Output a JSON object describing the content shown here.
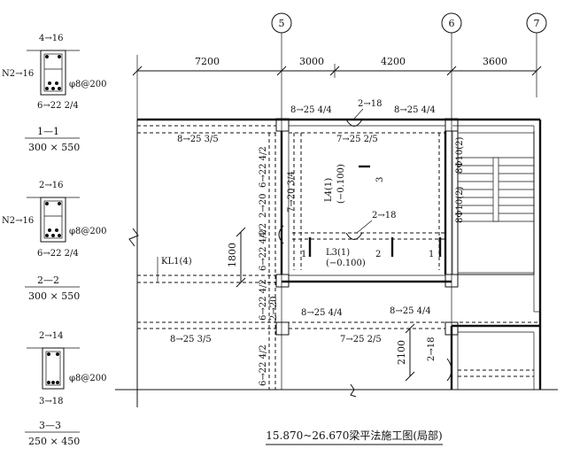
{
  "axes": {
    "a5": "5",
    "a6": "6",
    "a7": "7"
  },
  "dimensions": {
    "d1": "7200",
    "d2": "3000",
    "d3": "4200",
    "d4": "3600",
    "v1": "1800",
    "v2": "2100"
  },
  "sections": {
    "s1": {
      "top": "4→16",
      "side": "N2→16",
      "stirrup": "φ8@200",
      "bottom": "6→22  2/4",
      "name": "1—1",
      "size": "300 × 550"
    },
    "s2": {
      "top": "2→16",
      "side": "N2→16",
      "stirrup": "φ8@200",
      "bottom": "6→22  2/4",
      "name": "2—2",
      "size": "300 × 550"
    },
    "s3": {
      "top": "2→14",
      "stirrup": "φ8@200",
      "bottom": "3→18",
      "name": "3—3",
      "size": "250 × 450"
    }
  },
  "annotations": {
    "a1": "8→25  4/4",
    "a2": "2→18",
    "a3": "8→25  4/4",
    "a4": "8→25  3/5",
    "a5": "7→25  2/5",
    "a6": "6→22  4/2",
    "a7": "7→20  3/4",
    "a8": "8Φ10(2)",
    "a9": "8Φ10(2)",
    "a10": "L4(1)",
    "a11": "(−0.100)",
    "a12": "3",
    "a13": "2→20",
    "a14": "4/2",
    "a15": "2→18",
    "a16": "L3(1)",
    "a17": "(−0.100)",
    "a18": "1",
    "a19": "2",
    "a20": "1",
    "a21": "KL1(4)",
    "a22": "6→22  4/2",
    "a23": "6→22  4/2",
    "a24": "2→20",
    "a25": "8→25  4/4",
    "a26": "8→25  4/4",
    "a27": "8→25  3/5",
    "a28": "7→25  2/5",
    "a29": "6→22  4/2",
    "a30": "2→18"
  },
  "title": "15.870~26.670梁平法施工图(局部)"
}
